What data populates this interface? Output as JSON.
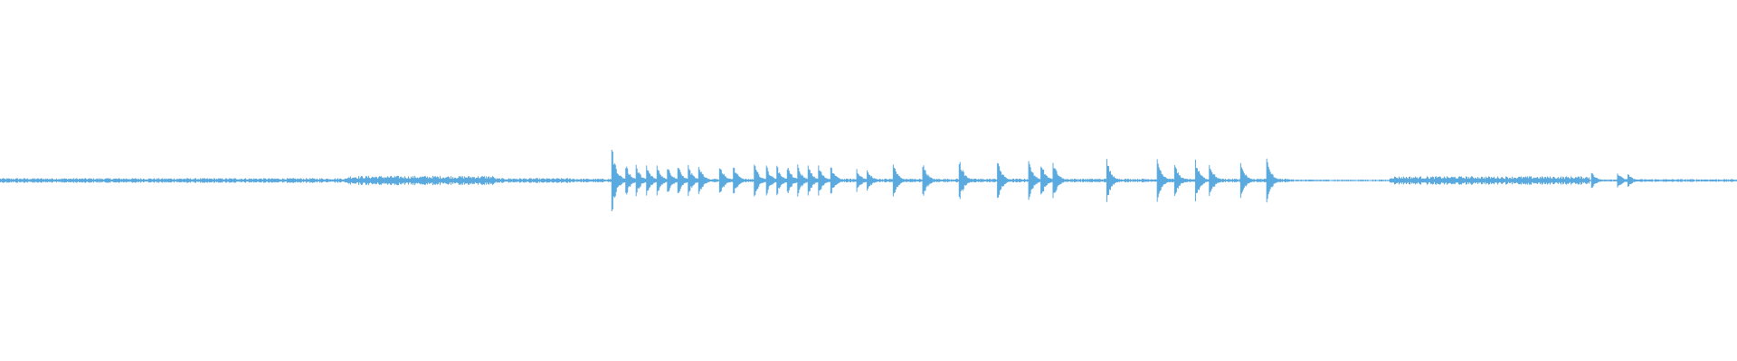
{
  "waveform": {
    "color": "#5aa9df",
    "background": "#ffffff",
    "bursts": [
      {
        "position": 0.352,
        "amplitude": 0.2
      },
      {
        "position": 0.36,
        "amplitude": 0.1
      },
      {
        "position": 0.366,
        "amplitude": 0.09
      },
      {
        "position": 0.372,
        "amplitude": 0.09
      },
      {
        "position": 0.378,
        "amplitude": 0.09
      },
      {
        "position": 0.384,
        "amplitude": 0.09
      },
      {
        "position": 0.39,
        "amplitude": 0.09
      },
      {
        "position": 0.396,
        "amplitude": 0.09
      },
      {
        "position": 0.402,
        "amplitude": 0.1
      },
      {
        "position": 0.414,
        "amplitude": 0.1
      },
      {
        "position": 0.422,
        "amplitude": 0.09
      },
      {
        "position": 0.434,
        "amplitude": 0.1
      },
      {
        "position": 0.441,
        "amplitude": 0.09
      },
      {
        "position": 0.447,
        "amplitude": 0.09
      },
      {
        "position": 0.453,
        "amplitude": 0.09
      },
      {
        "position": 0.459,
        "amplitude": 0.09
      },
      {
        "position": 0.465,
        "amplitude": 0.09
      },
      {
        "position": 0.471,
        "amplitude": 0.09
      },
      {
        "position": 0.478,
        "amplitude": 0.09
      },
      {
        "position": 0.493,
        "amplitude": 0.07
      },
      {
        "position": 0.499,
        "amplitude": 0.07
      },
      {
        "position": 0.514,
        "amplitude": 0.1
      },
      {
        "position": 0.531,
        "amplitude": 0.11
      },
      {
        "position": 0.552,
        "amplitude": 0.13
      },
      {
        "position": 0.574,
        "amplitude": 0.12
      },
      {
        "position": 0.592,
        "amplitude": 0.12
      },
      {
        "position": 0.599,
        "amplitude": 0.11
      },
      {
        "position": 0.606,
        "amplitude": 0.12
      },
      {
        "position": 0.637,
        "amplitude": 0.12
      },
      {
        "position": 0.666,
        "amplitude": 0.12
      },
      {
        "position": 0.676,
        "amplitude": 0.1
      },
      {
        "position": 0.688,
        "amplitude": 0.12
      },
      {
        "position": 0.696,
        "amplitude": 0.11
      },
      {
        "position": 0.714,
        "amplitude": 0.11
      },
      {
        "position": 0.729,
        "amplitude": 0.13
      }
    ],
    "noise_regions": [
      {
        "start": 0.0,
        "end": 0.2,
        "amplitude": 0.01
      },
      {
        "start": 0.2,
        "end": 0.285,
        "amplitude": 0.02
      },
      {
        "start": 0.285,
        "end": 0.33,
        "amplitude": 0.01
      },
      {
        "start": 0.33,
        "end": 0.745,
        "amplitude": 0.008
      },
      {
        "start": 0.745,
        "end": 0.8,
        "amplitude": 0.004
      },
      {
        "start": 0.8,
        "end": 0.915,
        "amplitude": 0.018
      },
      {
        "start": 0.915,
        "end": 1.0,
        "amplitude": 0.006
      }
    ],
    "trailing_bursts": [
      {
        "position": 0.916,
        "amplitude": 0.05
      },
      {
        "position": 0.931,
        "amplitude": 0.05
      },
      {
        "position": 0.937,
        "amplitude": 0.04
      }
    ]
  }
}
